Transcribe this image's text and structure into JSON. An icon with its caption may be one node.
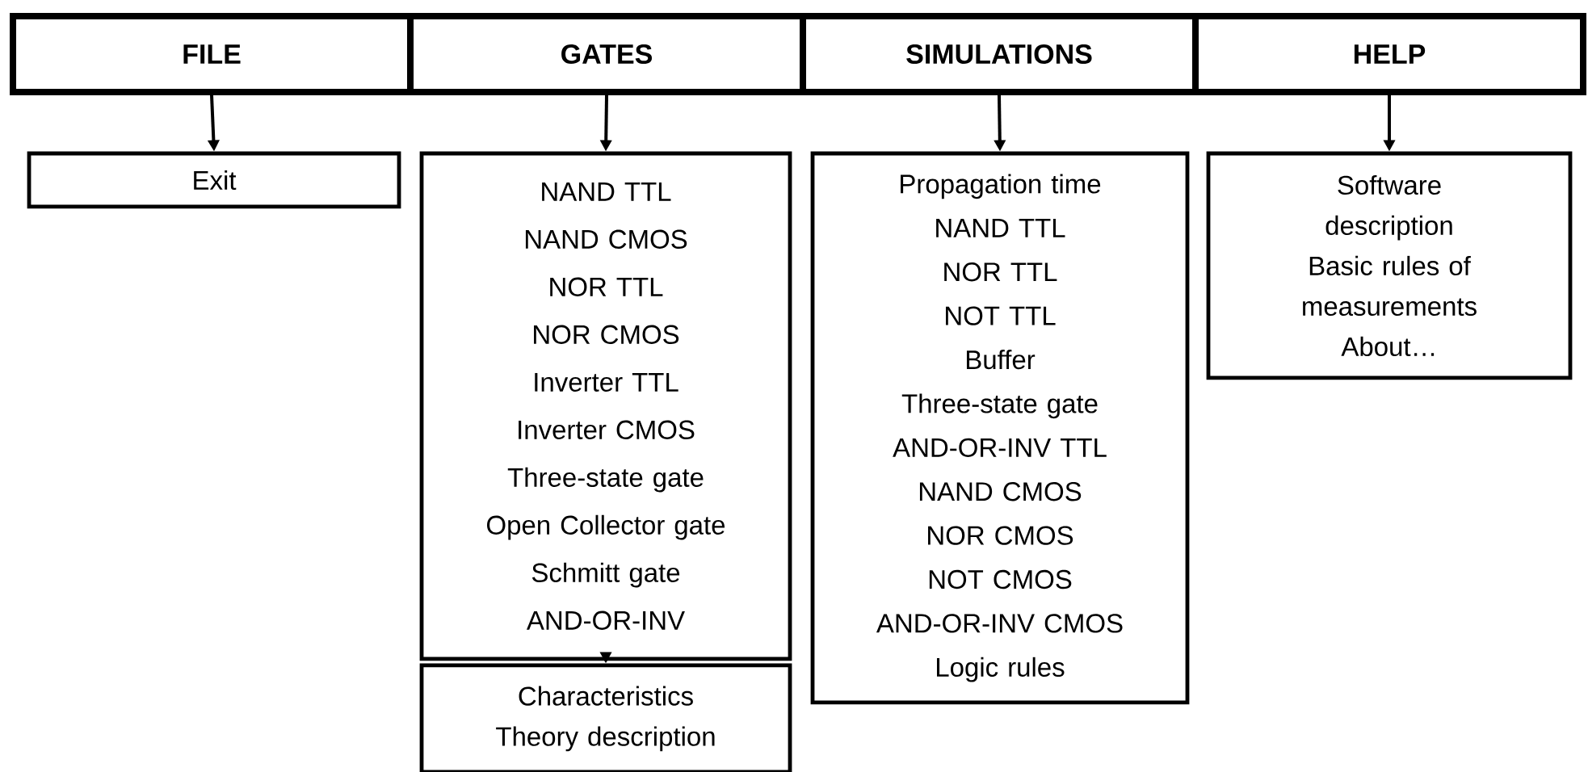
{
  "diagram": {
    "nodes": [
      {
        "text": [
          "FILE"
        ]
      },
      {
        "text": [
          "GATES"
        ]
      },
      {
        "text": [
          "SIMULATIONS"
        ]
      },
      {
        "text": [
          "HELP"
        ]
      },
      {
        "text": [
          "Exit"
        ]
      },
      {
        "text": [
          "NAND TTL",
          "NAND CMOS",
          "NOR TTL",
          "NOR CMOS",
          "Inverter TTL",
          "Inverter CMOS",
          "Three-state gate",
          "Open Collector gate",
          "Schmitt gate",
          "AND-OR-INV"
        ]
      },
      {
        "text": [
          "Propagation time",
          "NAND TTL",
          "NOR TTL",
          "NOT TTL",
          "Buffer",
          "Three-state gate",
          "AND-OR-INV TTL",
          "NAND CMOS",
          "NOR CMOS",
          "NOT CMOS",
          "AND-OR-INV CMOS",
          "Logic rules"
        ]
      },
      {
        "text": [
          "Software description",
          "Basic rules of measurements",
          "About…"
        ]
      },
      {
        "text": [
          "Characteristics",
          "Theory description"
        ]
      }
    ],
    "edges": [
      {
        "from": 0,
        "to": 4,
        "arrow": "to"
      },
      {
        "from": 1,
        "to": 5,
        "arrow": "to"
      },
      {
        "from": 2,
        "to": 6,
        "arrow": "to"
      },
      {
        "from": 3,
        "to": 7,
        "arrow": "to"
      },
      {
        "from": 5,
        "to": 8,
        "arrow": "to"
      }
    ]
  }
}
